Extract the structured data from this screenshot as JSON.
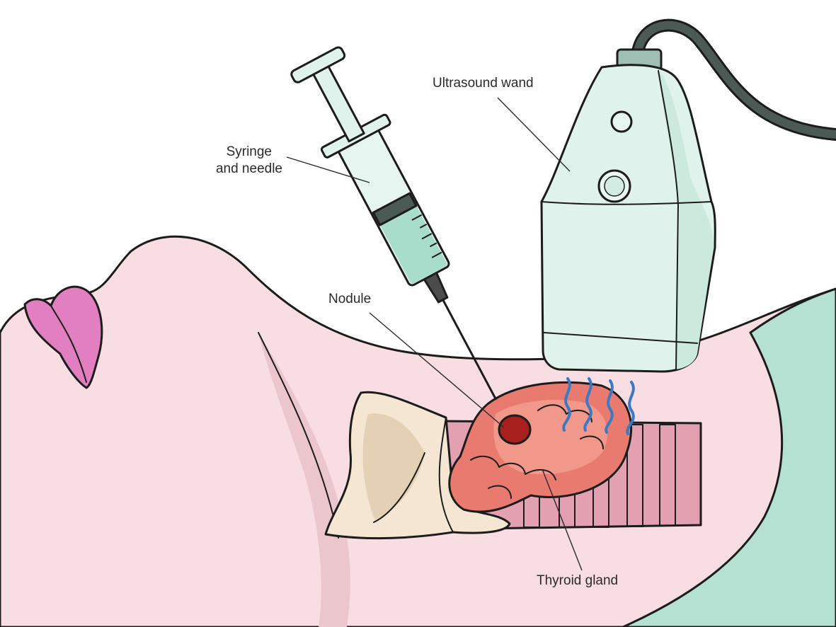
{
  "labels": {
    "ultrasound": "Ultrasound wand",
    "syringe_line1": "Syringe",
    "syringe_line2": "and needle",
    "nodule": "Nodule",
    "thyroid": "Thyroid gland"
  },
  "colors": {
    "skin": "#f8dde2",
    "skin_shadow": "#ebc6cd",
    "lips": "#e27fc1",
    "clothing": "#b5e1d3",
    "wand_body": "#dff3ec",
    "wand_side": "#cbe9dd",
    "cable": "#4b5a55",
    "thyroid": "#e97a70",
    "thyroid_light": "#f3a597",
    "nodule": "#a8201e",
    "cartilage": "#f5e6d3",
    "cartilage_shadow": "#e4d0b4",
    "trachea_inner": "#e2a0b1",
    "syringe_fluid": "#a8dccb",
    "waves": "#3a79c4"
  }
}
